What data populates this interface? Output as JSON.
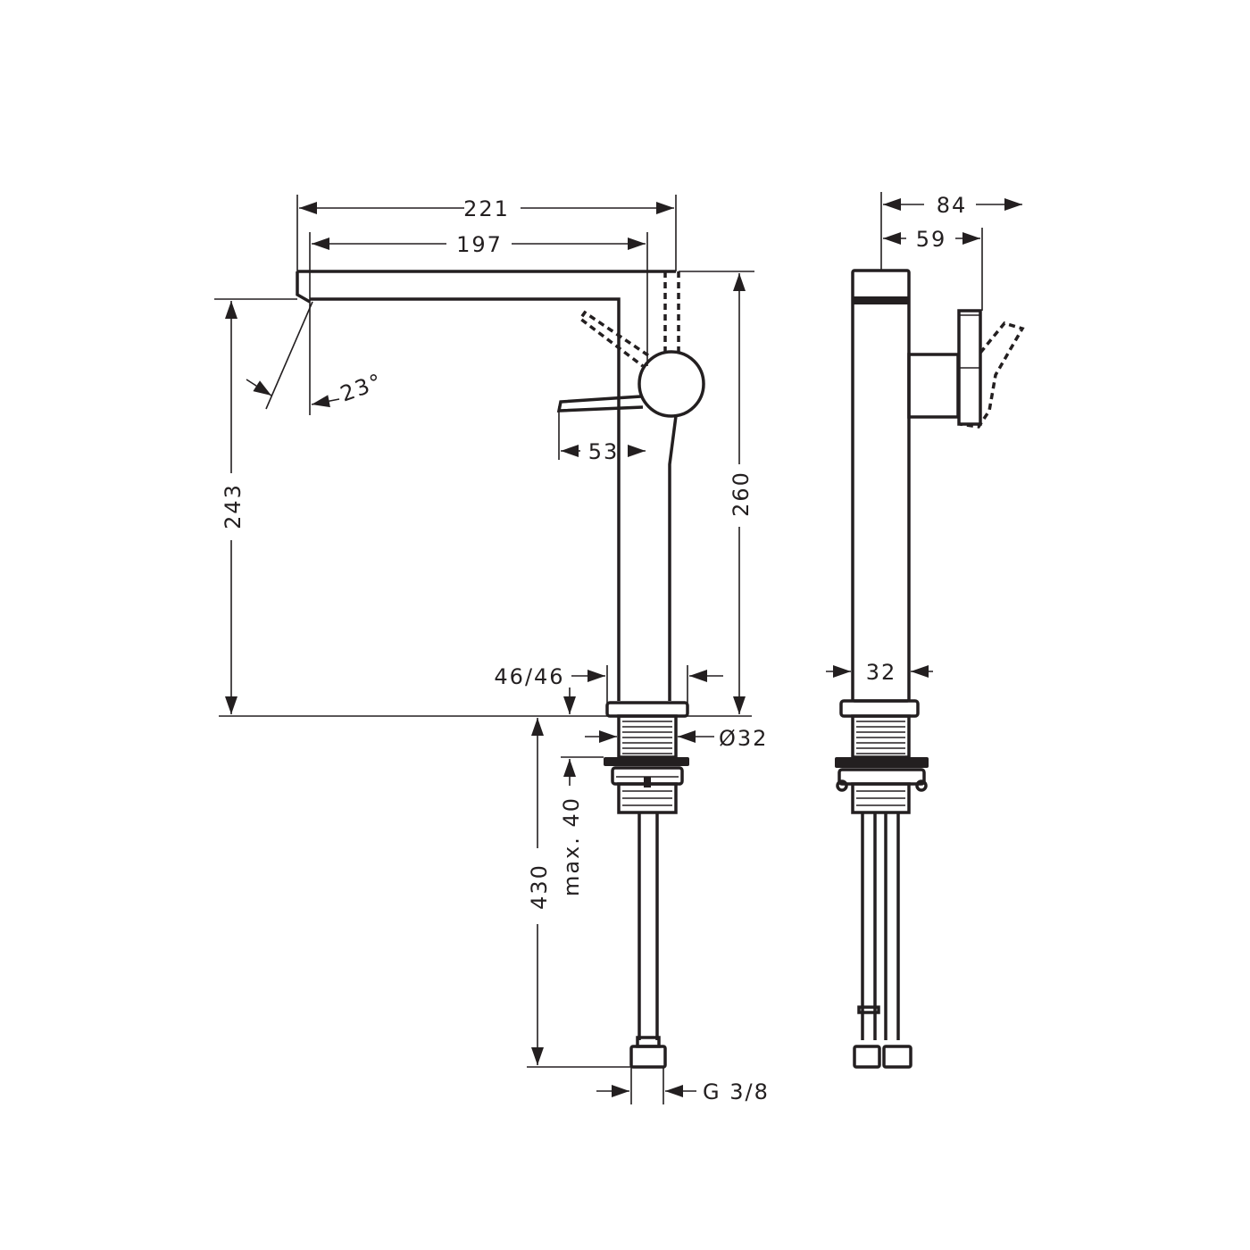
{
  "drawing": {
    "front_view": {
      "dim_spout_reach": "221",
      "dim_outlet_reach": "197",
      "dim_spray_angle": "23°",
      "dim_lever_reach": "53",
      "dim_outlet_height": "243",
      "dim_total_height": "260",
      "dim_base_diameter": "46/46",
      "dim_shank_diameter": "Ø32",
      "dim_max_deck": "max. 40",
      "dim_hose_length": "430",
      "dim_connection": "G 3/8"
    },
    "side_view": {
      "dim_total_depth": "84",
      "dim_lever_depth": "59",
      "dim_body_width": "32"
    },
    "line_color": "#231f20"
  }
}
